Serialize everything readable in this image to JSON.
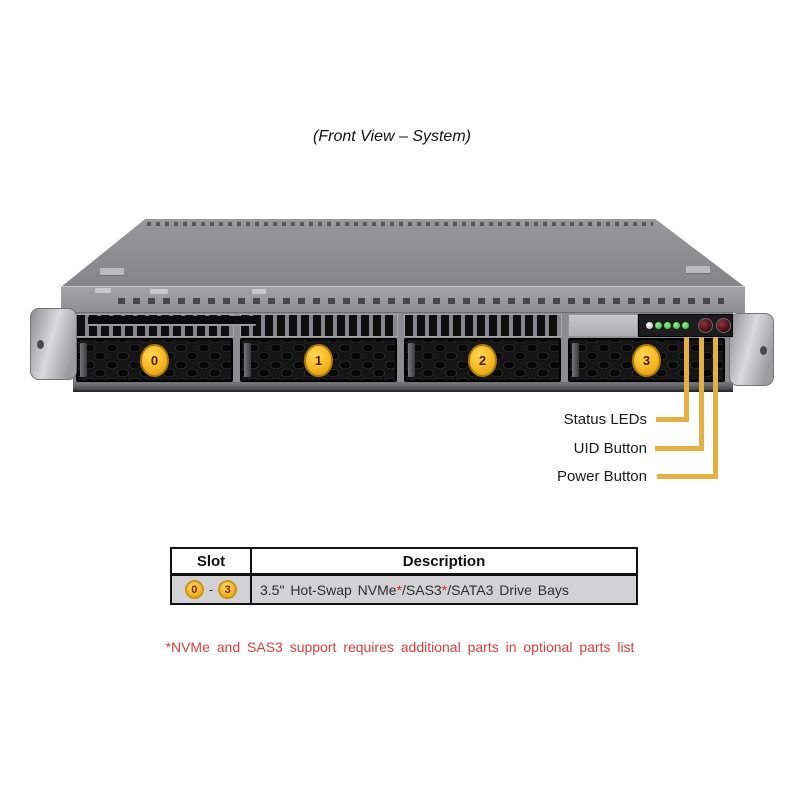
{
  "figure_caption": "(Front View – System)",
  "server": {
    "slots": [
      "0",
      "1",
      "2",
      "3"
    ],
    "control_panel": {
      "status_leds_label": "Status LEDs",
      "uid_button_label": "UID Button",
      "power_button_label": "Power Button"
    }
  },
  "table": {
    "headers": [
      "Slot",
      "Description"
    ],
    "row": {
      "slot_start": "0",
      "slot_separator": "-",
      "slot_end": "3",
      "description": "3.5\" Hot-Swap NVMe*/SAS3*/SATA3 Drive Bays",
      "desc_pre": "3.5\" Hot-Swap NVMe",
      "desc_star1": "*",
      "desc_mid": "/SAS3",
      "desc_star2": "*",
      "desc_post": "/SATA3 Drive Bays"
    }
  },
  "footnote": "*NVMe and SAS3 support requires additional parts in optional parts list",
  "colors": {
    "callout_line_yellow": "#e5b043",
    "slot_badge_yellow": "#f5b822",
    "led_green": "#2fae39",
    "button_maroon": "#5a161c",
    "footnote_red": "#d43f3f",
    "table_row_gray": "#d2d2d4",
    "chassis_gray": "#8c8c8e"
  }
}
